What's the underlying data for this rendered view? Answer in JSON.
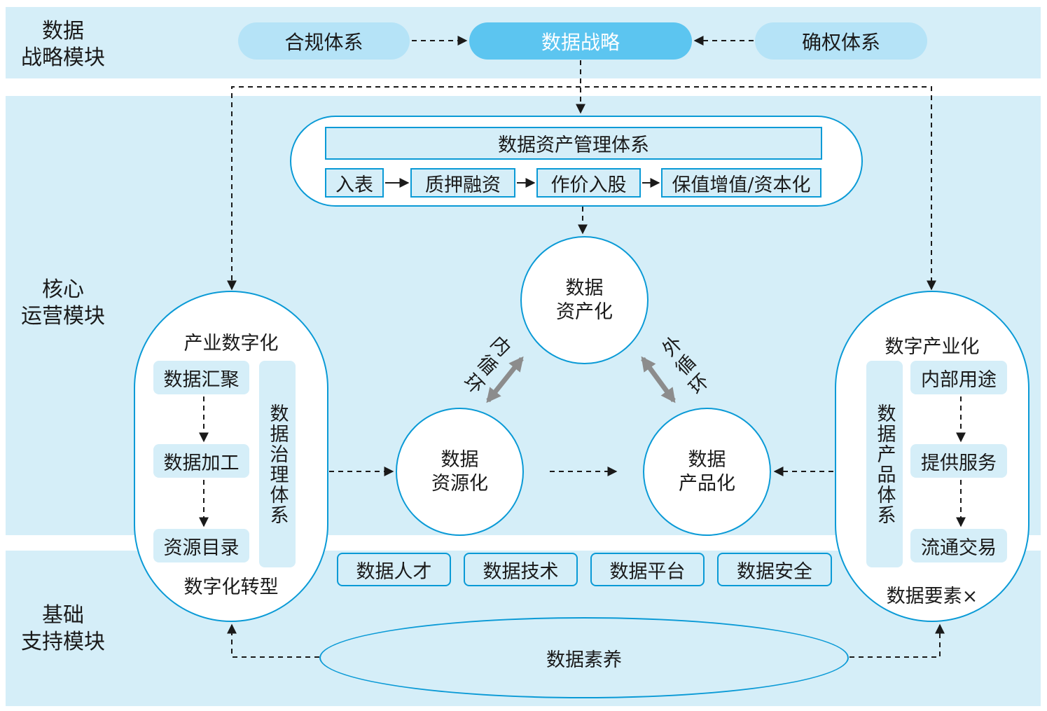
{
  "rows": {
    "strategy": [
      "数据",
      "战略模块"
    ],
    "core": [
      "核心",
      "运营模块"
    ],
    "support": [
      "基础",
      "支持模块"
    ]
  },
  "strategy": {
    "left": "合规体系",
    "center": "数据战略",
    "right": "确权体系"
  },
  "asset_mgmt": {
    "title": "数据资产管理体系",
    "steps": [
      "入表",
      "质押融资",
      "作价入股",
      "保值增值/资本化"
    ]
  },
  "circles": {
    "asset": [
      "数据",
      "资产化"
    ],
    "resource": [
      "数据",
      "资源化"
    ],
    "product": [
      "数据",
      "产品化"
    ]
  },
  "loops": {
    "inner": [
      "内",
      "循",
      "环"
    ],
    "outer": [
      "外",
      "循",
      "环"
    ]
  },
  "left_panel": {
    "title": "产业数字化",
    "items": [
      "数据汇聚",
      "数据加工",
      "资源目录"
    ],
    "vertical": "数据治理体系",
    "footer": "数字化转型"
  },
  "right_panel": {
    "title": "数字产业化",
    "items": [
      "内部用途",
      "提供服务",
      "流通交易"
    ],
    "vertical": "数据产品体系",
    "footer": "数据要素×"
  },
  "foundation": [
    "数据人才",
    "数据技术",
    "数据平台",
    "数据安全"
  ],
  "literacy": "数据素养",
  "colors": {
    "band": "#d5eef8",
    "accent": "#0a9ad6",
    "pill": "#b5e3f7",
    "pill_active": "#5cc5f0"
  }
}
